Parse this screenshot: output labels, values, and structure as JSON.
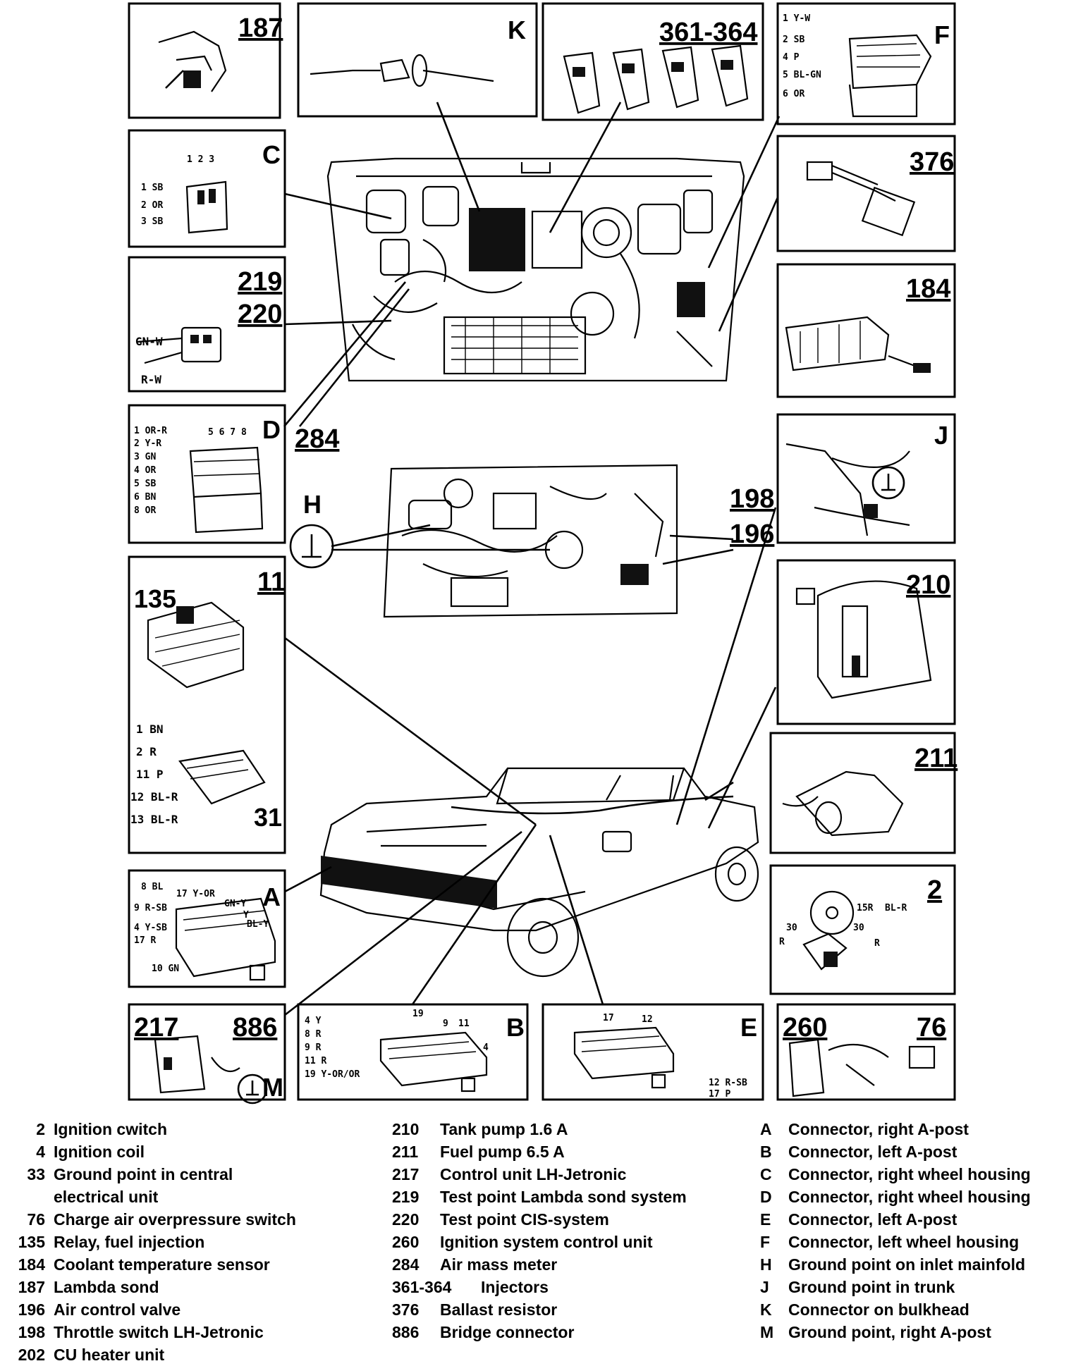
{
  "callouts": {
    "c187": "187",
    "cK": "K",
    "c361": "361-364",
    "cF": "F",
    "cC": "C",
    "c376": "376",
    "c219": "219",
    "c220": "220",
    "c184": "184",
    "cD": "D",
    "c284": "284",
    "cJ": "J",
    "cH": "H",
    "c198": "198",
    "c196": "196",
    "c11": "11",
    "c210": "210",
    "c211": "211",
    "cA": "A",
    "c2": "2",
    "c217": "217",
    "c886": "886",
    "cB": "B",
    "cE": "E",
    "c260": "260",
    "c76": "76",
    "cM": "M",
    "c135": "135",
    "c31": "31"
  },
  "wires": {
    "F": [
      "1 Y-W",
      "2 SB",
      "4 P",
      "5 BL-GN",
      "6 OR"
    ],
    "C": [
      "1 SB",
      "2 OR",
      "3 SB"
    ],
    "C_pins": "1 2 3",
    "D": [
      "1 OR-R",
      "2 Y-R",
      "3 GN",
      "4 OR",
      "5 SB",
      "6 BN",
      "8 OR"
    ],
    "D_pins": "5 6 7 8",
    "t219": [
      "GN-W",
      "R-W"
    ],
    "t11": [
      "1 BN",
      "2 R",
      "11 P",
      "12 BL-R",
      "13 BL-R"
    ],
    "A": [
      "8 BL",
      "17 Y-OR",
      "9 R-SB",
      "4 Y-SB",
      "17 R",
      "10 GN"
    ],
    "A_right": [
      "GN-Y",
      "Y",
      "BL-Y"
    ],
    "B": [
      "4 Y",
      "8 R",
      "9 R",
      "11 R",
      "19 Y-OR/OR"
    ],
    "B_pins": [
      "19",
      "9",
      "11",
      "4"
    ],
    "E": [
      "12 R-SB",
      "17 P"
    ],
    "E_pins": [
      "17",
      "12"
    ],
    "sw2": [
      "15R",
      "BL-R",
      "30",
      "30",
      "R",
      "R"
    ]
  },
  "legend": {
    "col1": [
      {
        "code": "2",
        "text": "Ignition cwitch"
      },
      {
        "code": "4",
        "text": "Ignition coil"
      },
      {
        "code": "33",
        "text": "Ground point in central"
      },
      {
        "code": "",
        "text": "electrical unit"
      },
      {
        "code": "76",
        "text": "Charge air overpressure switch"
      },
      {
        "code": "135",
        "text": "Relay, fuel injection"
      },
      {
        "code": "184",
        "text": "Coolant temperature sensor"
      },
      {
        "code": "187",
        "text": "Lambda sond"
      },
      {
        "code": "196",
        "text": "Air control valve"
      },
      {
        "code": "198",
        "text": "Throttle switch LH-Jetronic"
      },
      {
        "code": "202",
        "text": "CU heater unit"
      }
    ],
    "col2": [
      {
        "code": "210",
        "text": "Tank pump 1.6 A"
      },
      {
        "code": "211",
        "text": "Fuel pump 6.5 A"
      },
      {
        "code": "217",
        "text": "Control unit LH-Jetronic"
      },
      {
        "code": "219",
        "text": "Test point Lambda sond system"
      },
      {
        "code": "220",
        "text": "Test point CIS-system"
      },
      {
        "code": "260",
        "text": "Ignition system control unit"
      },
      {
        "code": "284",
        "text": "Air mass meter"
      },
      {
        "code": "361-364",
        "text": "Injectors"
      },
      {
        "code": "376",
        "text": "Ballast resistor"
      },
      {
        "code": "886",
        "text": "Bridge connector"
      }
    ],
    "col3": [
      {
        "code": "A",
        "text": "Connector, right A-post"
      },
      {
        "code": "B",
        "text": "Connector, left A-post"
      },
      {
        "code": "C",
        "text": "Connector, right wheel housing"
      },
      {
        "code": "D",
        "text": "Connector, right wheel housing"
      },
      {
        "code": "E",
        "text": "Connector, left A-post"
      },
      {
        "code": "F",
        "text": "Connector, left wheel housing"
      },
      {
        "code": "H",
        "text": "Ground point on inlet mainfold"
      },
      {
        "code": "J",
        "text": "Ground point in trunk"
      },
      {
        "code": "K",
        "text": "Connector on bulkhead"
      },
      {
        "code": "M",
        "text": "Ground point, right A-post"
      }
    ]
  }
}
